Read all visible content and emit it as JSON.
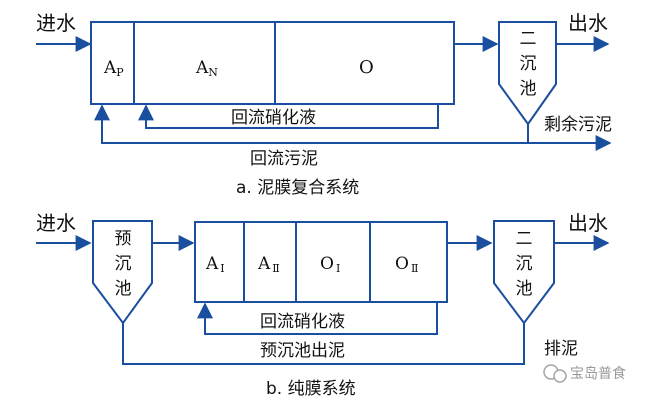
{
  "diagram_a": {
    "inlet": "进水",
    "outlet": "出水",
    "zone_ap": "A",
    "zone_ap_sub": "P",
    "zone_an": "A",
    "zone_an_sub": "N",
    "zone_o": "O",
    "clarifier_chars": [
      "二",
      "沉",
      "池"
    ],
    "recycle_nitrified": "回流硝化液",
    "excess_sludge": "剩余污泥",
    "return_sludge": "回流污泥",
    "caption": "a. 泥膜复合系统"
  },
  "diagram_b": {
    "inlet": "进水",
    "outlet": "出水",
    "pre_settler_chars": [
      "预",
      "沉",
      "池"
    ],
    "zones": [
      {
        "main": "A",
        "sub": "Ⅰ"
      },
      {
        "main": "A",
        "sub": "Ⅱ"
      },
      {
        "main": "O",
        "sub": "Ⅰ"
      },
      {
        "main": "O",
        "sub": "Ⅱ"
      }
    ],
    "clarifier_chars": [
      "二",
      "沉",
      "池"
    ],
    "recycle_nitrified": "回流硝化液",
    "pre_settler_sludge": "预沉池出泥",
    "sludge_discharge": "排泥",
    "caption": "b. 纯膜系统"
  },
  "watermark": "宝岛普食"
}
